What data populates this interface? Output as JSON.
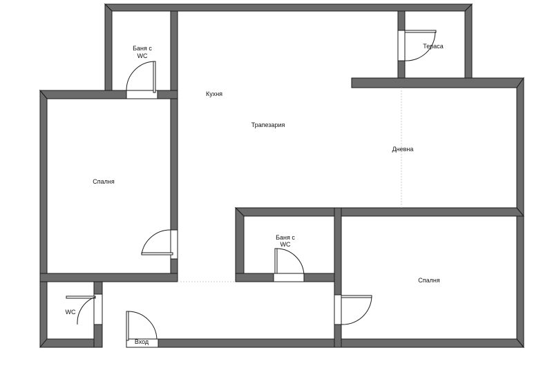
{
  "plan": {
    "rooms": {
      "bath_top_line1": "Баня с",
      "bath_top_line2": "WC",
      "terrace": "Тераса",
      "kitchen": "Кухня",
      "dining": "Трапезария",
      "living": "Дневна",
      "bedroom_left": "Спалня",
      "bath_mid_line1": "Баня с",
      "bath_mid_line2": "WC",
      "bedroom_right": "Спалня",
      "wc": "WC",
      "entrance": "Вход"
    },
    "colors": {
      "wall": "#6b6b6b",
      "outline": "#1a1a1a",
      "background": "#ffffff"
    }
  }
}
